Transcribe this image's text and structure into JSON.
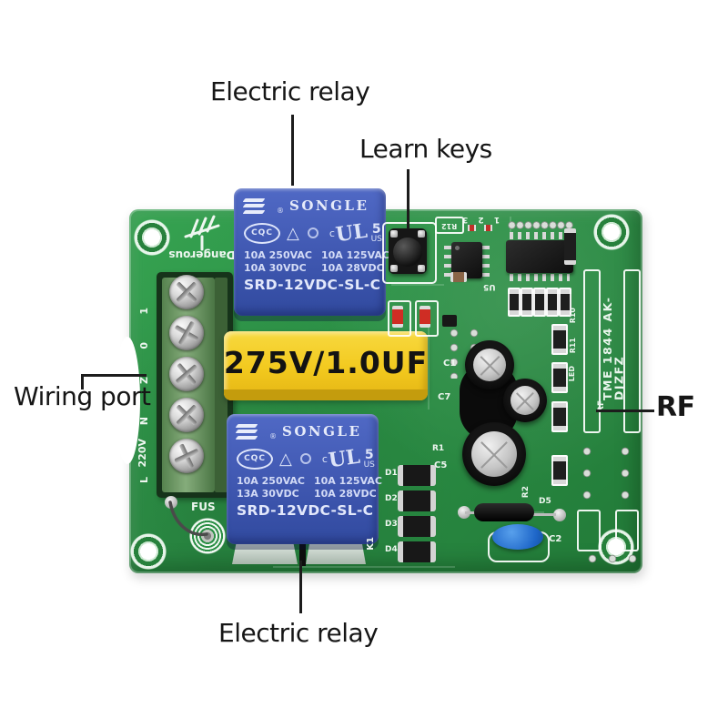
{
  "callouts": {
    "electric_relay_top": "Electric relay",
    "learn_keys": "Learn keys",
    "wiring_port": "Wiring port",
    "rf": "RF",
    "electric_relay_bottom": "Electric relay"
  },
  "relay_top": {
    "brand": "SONGLE",
    "reg": "®",
    "cqc": "CQC",
    "tri": "△",
    "ul_c": "c",
    "ul": "UL",
    "ul_class": "5",
    "ul_us": "US",
    "ratings": [
      "10A 250VAC",
      "10A 125VAC",
      "10A 30VDC",
      "10A 28VDC"
    ],
    "model": "SRD-12VDC-SL-C"
  },
  "relay_bottom": {
    "brand": "SONGLE",
    "reg": "®",
    "cqc": "CQC",
    "tri": "△",
    "ul_c": "c",
    "ul": "UL",
    "ul_class": "5",
    "ul_us": "US",
    "ratings": [
      "10A 250VAC",
      "10A 125VAC",
      "13A 30VDC",
      "10A 28VDC"
    ],
    "model": "SRD-12VDC-SL-C"
  },
  "film_capacitor": {
    "label": "275V/1.0UF"
  },
  "silkscreen": {
    "dangerous": "Dangerous",
    "terminal_pins": [
      "1",
      "0",
      "Z",
      "N",
      "220V",
      "L"
    ],
    "fuse": "FUS",
    "k1": "K1",
    "header": "1 2 3",
    "r12": "R12",
    "u5": "U5",
    "c1": "C1",
    "c5": "C5",
    "c7": "C7",
    "c2": "C2",
    "r1": "R1",
    "r2": "R2",
    "diodes": [
      "D1",
      "D2",
      "D3",
      "D4"
    ],
    "d5": "D5",
    "r10": "R10",
    "r11": "R11",
    "led": "LED",
    "antenna_code": "TME 1844 AK-DJZFZ",
    "rf_mark": "RF"
  },
  "colors": {
    "pcb": "#2b8f45",
    "relay": "#3f57b0",
    "capacitor": "#f2c91e",
    "callout": "#161616"
  }
}
